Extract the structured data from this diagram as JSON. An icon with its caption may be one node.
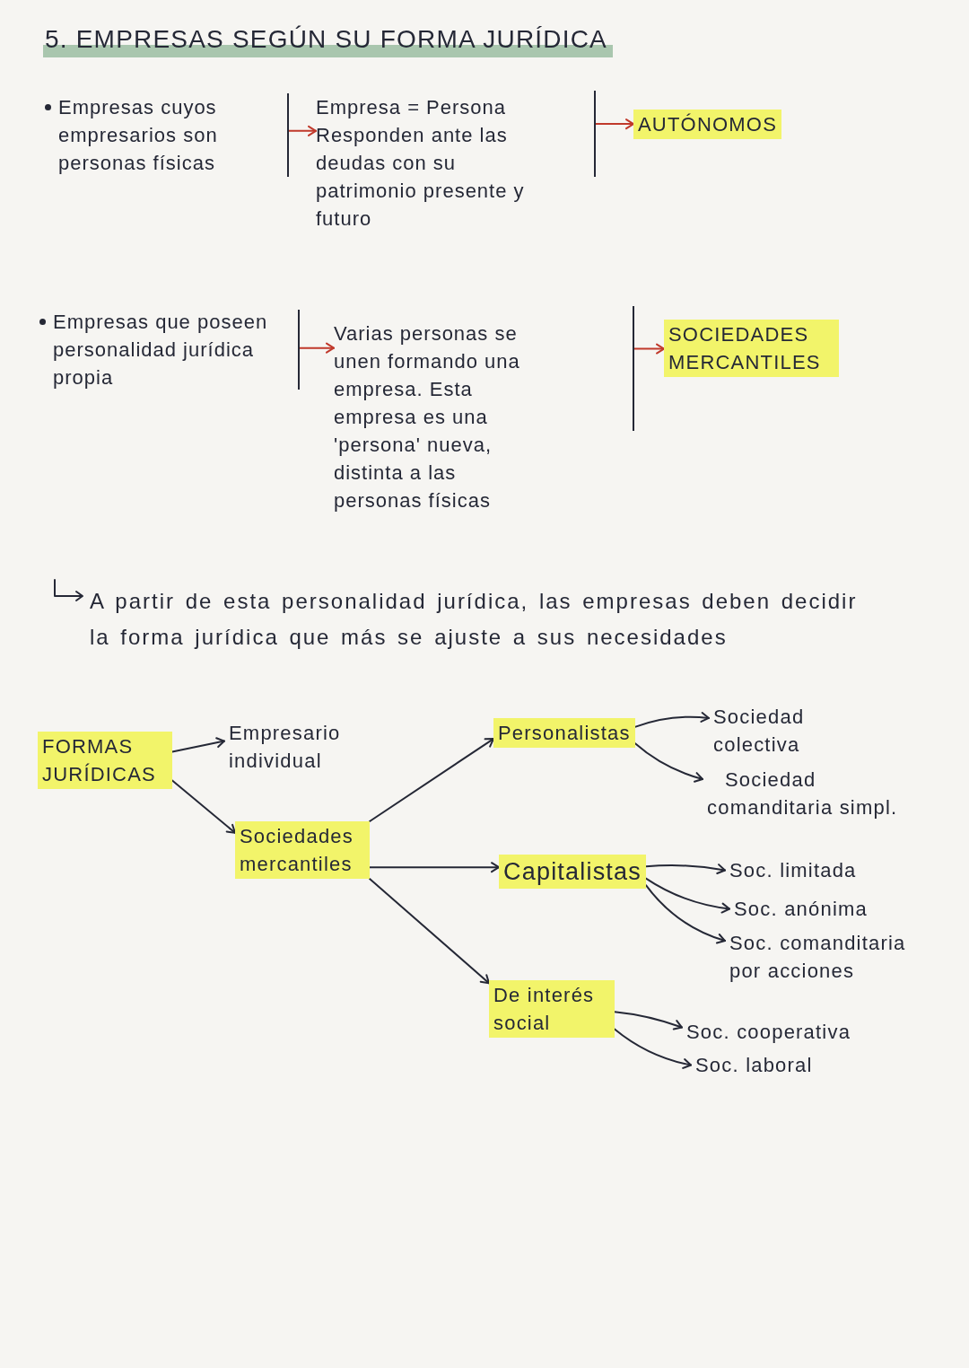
{
  "diagram": {
    "title": "5. EMPRESAS SEGÚN SU FORMA JURÍDICA",
    "nodes": [
      {
        "text": [
          "Empresas cuyos empresarios son personas físicas"
        ]
      },
      {
        "text": [
          "Empresa = Persona",
          "Responden ante las deudas con su patrimonio presente y futuro"
        ]
      },
      {
        "text": [
          "AUTÓNOMOS"
        ]
      },
      {
        "text": [
          "Empresas que poseen personalidad jurídica propia"
        ]
      },
      {
        "text": [
          "Varias personas se unen formando una empresa. Esta empresa es una 'persona' nueva, distinta a las personas físicas"
        ]
      },
      {
        "text": [
          "SOCIEDADES MERCANTILES"
        ]
      },
      {
        "text": [
          "FORMAS JURÍDICAS"
        ]
      },
      {
        "text": [
          "Empresario individual"
        ]
      },
      {
        "text": [
          "Sociedades mercantiles"
        ]
      },
      {
        "text": [
          "Personalistas"
        ]
      },
      {
        "text": [
          "Capitalistas"
        ]
      },
      {
        "text": [
          "De interés social"
        ]
      },
      {
        "text": [
          "Sociedad colectiva"
        ]
      },
      {
        "text": [
          "Sociedad comanditaria simpl."
        ]
      },
      {
        "text": [
          "Soc. limitada"
        ]
      },
      {
        "text": [
          "Soc. anónima"
        ]
      },
      {
        "text": [
          "Soc. comanditaria por acciones"
        ]
      },
      {
        "text": [
          "Soc. cooperativa"
        ]
      },
      {
        "text": [
          "Soc. laboral"
        ]
      }
    ],
    "edges": [
      {
        "from": 0,
        "to": 1,
        "arrow": "to",
        "color": "#c0392b"
      },
      {
        "from": 1,
        "to": 2,
        "arrow": "to",
        "color": "#c0392b"
      },
      {
        "from": 3,
        "to": 4,
        "arrow": "to",
        "color": "#c0392b"
      },
      {
        "from": 4,
        "to": 5,
        "arrow": "to",
        "color": "#c0392b"
      },
      {
        "from": 6,
        "to": 7,
        "arrow": "to"
      },
      {
        "from": 6,
        "to": 8,
        "arrow": "to"
      },
      {
        "from": 8,
        "to": 9,
        "arrow": "to"
      },
      {
        "from": 8,
        "to": 10,
        "arrow": "to"
      },
      {
        "from": 8,
        "to": 11,
        "arrow": "to"
      },
      {
        "from": 9,
        "to": 12,
        "arrow": "to"
      },
      {
        "from": 9,
        "to": 13,
        "arrow": "to"
      },
      {
        "from": 10,
        "to": 14,
        "arrow": "to"
      },
      {
        "from": 10,
        "to": 15,
        "arrow": "to"
      },
      {
        "from": 10,
        "to": 16,
        "arrow": "to"
      },
      {
        "from": 11,
        "to": 17,
        "arrow": "to"
      },
      {
        "from": 11,
        "to": 18,
        "arrow": "to"
      }
    ],
    "labels": [
      "A partir de esta personalidad jurídica, las empresas deben decidir la forma jurídica que más se ajuste a sus necesidades"
    ]
  }
}
